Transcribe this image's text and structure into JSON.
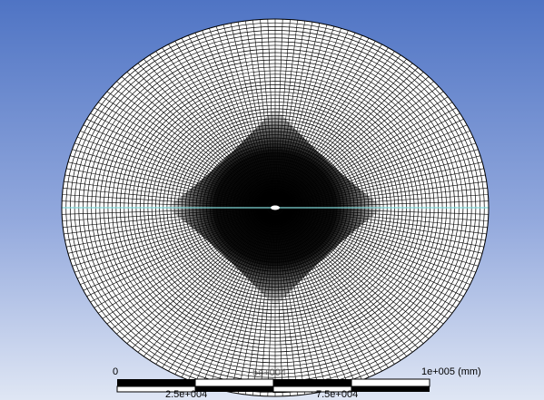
{
  "viewport": {
    "background_top": "#4f74c4",
    "background_bottom": "#dfe6f4",
    "mesh_line_color": "#000000",
    "mesh_axis_color": "#7fd6d6",
    "center_marker_color": "#ffffff"
  },
  "scale_bar": {
    "label_zero": "0",
    "label_quarter": "2.5e+004",
    "label_half": "5e+004",
    "label_three_quarter": "7.5e+004",
    "label_full": "1e+005 (mm)",
    "fill_dark": "#000000",
    "fill_light": "#ffffff"
  }
}
